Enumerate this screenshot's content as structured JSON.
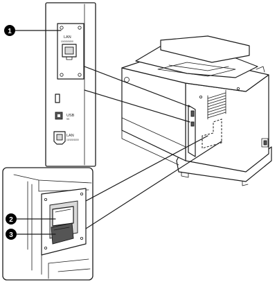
{
  "callouts": [
    {
      "number": "1",
      "target": "lan-card"
    },
    {
      "number": "2",
      "target": "interface-slot"
    },
    {
      "number": "3",
      "target": "interface-card"
    }
  ],
  "labels": {
    "lan_top": "LAN",
    "lan_top_sub": "10/100/1000",
    "usb": "USB",
    "usb_sub": "SS",
    "lan_bottom": "LAN",
    "lan_bottom_sub": "10/100/1000"
  }
}
